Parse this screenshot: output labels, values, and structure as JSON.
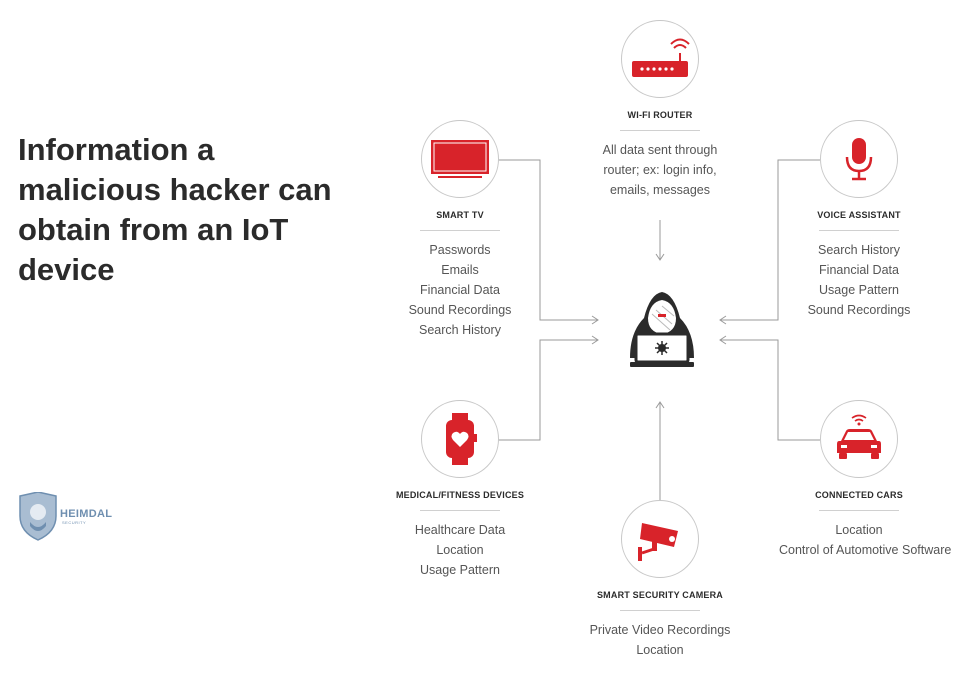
{
  "headline": "Information a malicious hacker can obtain from an IoT device",
  "logo": {
    "name": "HEIMDAL",
    "sub": "SECURITY"
  },
  "colors": {
    "accent": "#d8232a",
    "text": "#2b2b2b",
    "line": "#9a9a9a"
  },
  "devices": {
    "router": {
      "icon": "wifi-router-icon",
      "title": "WI-FI ROUTER",
      "items": [
        "All data sent through",
        "router; ex: login info,",
        "emails, messages"
      ]
    },
    "tv": {
      "icon": "tv-icon",
      "title": "SMART TV",
      "items": [
        "Passwords",
        "Emails",
        "Financial Data",
        "Sound Recordings",
        "Search History"
      ]
    },
    "voice": {
      "icon": "microphone-icon",
      "title": "VOICE ASSISTANT",
      "items": [
        "Search History",
        "Financial Data",
        "Usage Pattern",
        "Sound Recordings"
      ]
    },
    "medical": {
      "icon": "smartwatch-heart-icon",
      "title": "MEDICAL/FITNESS DEVICES",
      "items": [
        "Healthcare Data",
        "Location",
        "Usage Pattern"
      ]
    },
    "cars": {
      "icon": "connected-car-icon",
      "title": "CONNECTED CARS",
      "items": [
        "Location",
        "Control of Automotive Software"
      ]
    },
    "camera": {
      "icon": "security-camera-icon",
      "title": "SMART SECURITY CAMERA",
      "items": [
        "Private Video Recordings",
        "Location"
      ]
    }
  },
  "center": {
    "icon": "hooded-hacker-icon"
  }
}
